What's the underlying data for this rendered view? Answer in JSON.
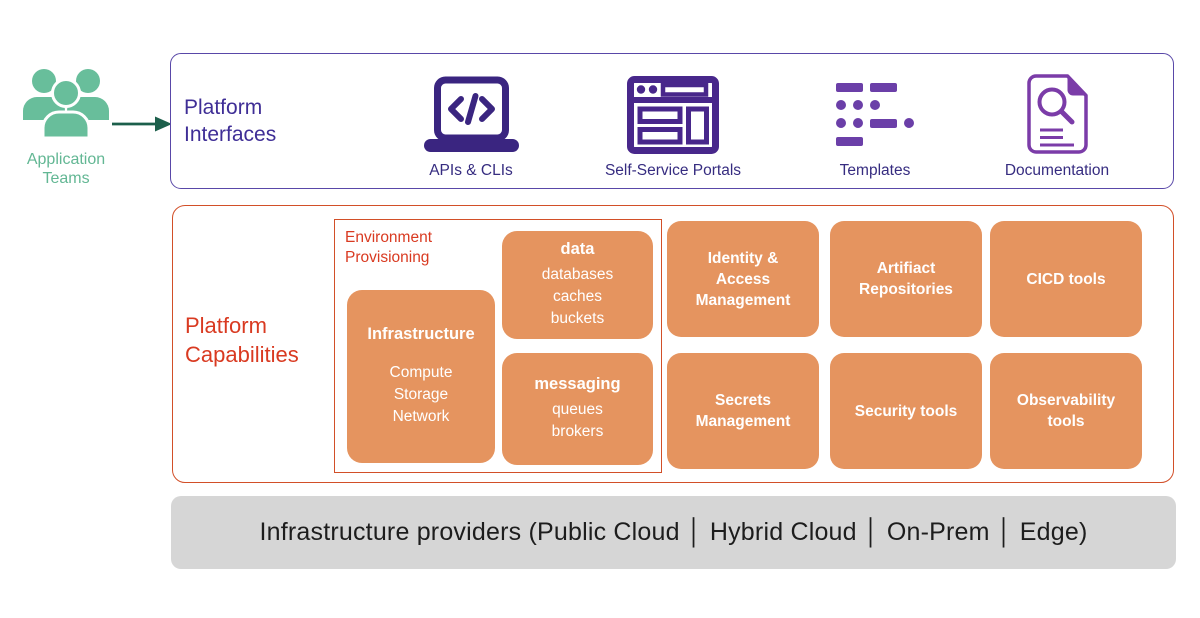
{
  "application_teams": {
    "label": "Application Teams",
    "icon": "people-group-icon",
    "color": "#63b794"
  },
  "arrow": {
    "color": "#1c5f4b"
  },
  "platform_interfaces": {
    "title": "Platform Interfaces",
    "title_color": "#3f2e96",
    "border_color": "#5948a8",
    "items": [
      {
        "label": "APIs & CLIs",
        "icon": "laptop-code-icon",
        "icon_color": "#3a2580"
      },
      {
        "label": "Self-Service Portals",
        "icon": "browser-window-icon",
        "icon_color": "#48278b"
      },
      {
        "label": "Templates",
        "icon": "dots-dashes-icon",
        "icon_color": "#6b3fa8"
      },
      {
        "label": "Documentation",
        "icon": "document-search-icon",
        "icon_color": "#7b3ca8"
      }
    ]
  },
  "platform_capabilities": {
    "title": "Platform Capabilities",
    "title_color": "#d93a21",
    "border_color": "#d24f28",
    "tile_color": "#e5945f",
    "environment_provisioning": {
      "title": "Environment Provisioning",
      "infrastructure": {
        "title": "Infrastructure",
        "items": [
          "Compute",
          "Storage",
          "Network"
        ]
      },
      "data": {
        "title": "data",
        "items": [
          "databases",
          "caches",
          "buckets"
        ]
      },
      "messaging": {
        "title": "messaging",
        "items": [
          "queues",
          "brokers"
        ]
      }
    },
    "tools": [
      "Identity & Access Management",
      "Artifiact Repositories",
      "CICD tools",
      "Secrets Management",
      "Security tools",
      "Observability tools"
    ]
  },
  "infrastructure_bar": {
    "label": "Infrastructure providers (Public Cloud │ Hybrid Cloud │ On-Prem │ Edge)",
    "background": "#d6d6d6"
  }
}
